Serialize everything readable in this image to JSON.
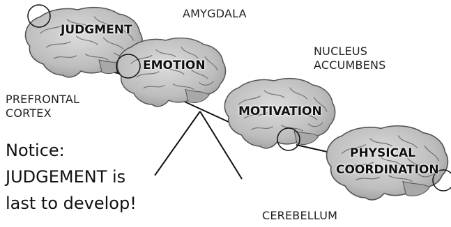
{
  "brains": [
    {
      "id": "judgment",
      "label": "JUDGMENT"
    },
    {
      "id": "emotion",
      "label": "EMOTION"
    },
    {
      "id": "motivation",
      "label": "MOTIVATION"
    },
    {
      "id": "physical",
      "label_line1": "PHYSICAL",
      "label_line2": "COORDINATION"
    }
  ],
  "regions": {
    "amygdala": "AMYGDALA",
    "nucleus_line1": "NUCLEUS",
    "nucleus_line2": "ACCUMBENS",
    "prefrontal_line1": "PREFRONTAL",
    "prefrontal_line2": "CORTEX",
    "cerebellum": "CEREBELLUM"
  },
  "notice": {
    "line1": "Notice:",
    "line2": "JUDGEMENT is",
    "line3": "last to develop!"
  },
  "colors": {
    "brain_fill": "#c8c8c8",
    "brain_stroke": "#555555",
    "line": "#111111"
  }
}
